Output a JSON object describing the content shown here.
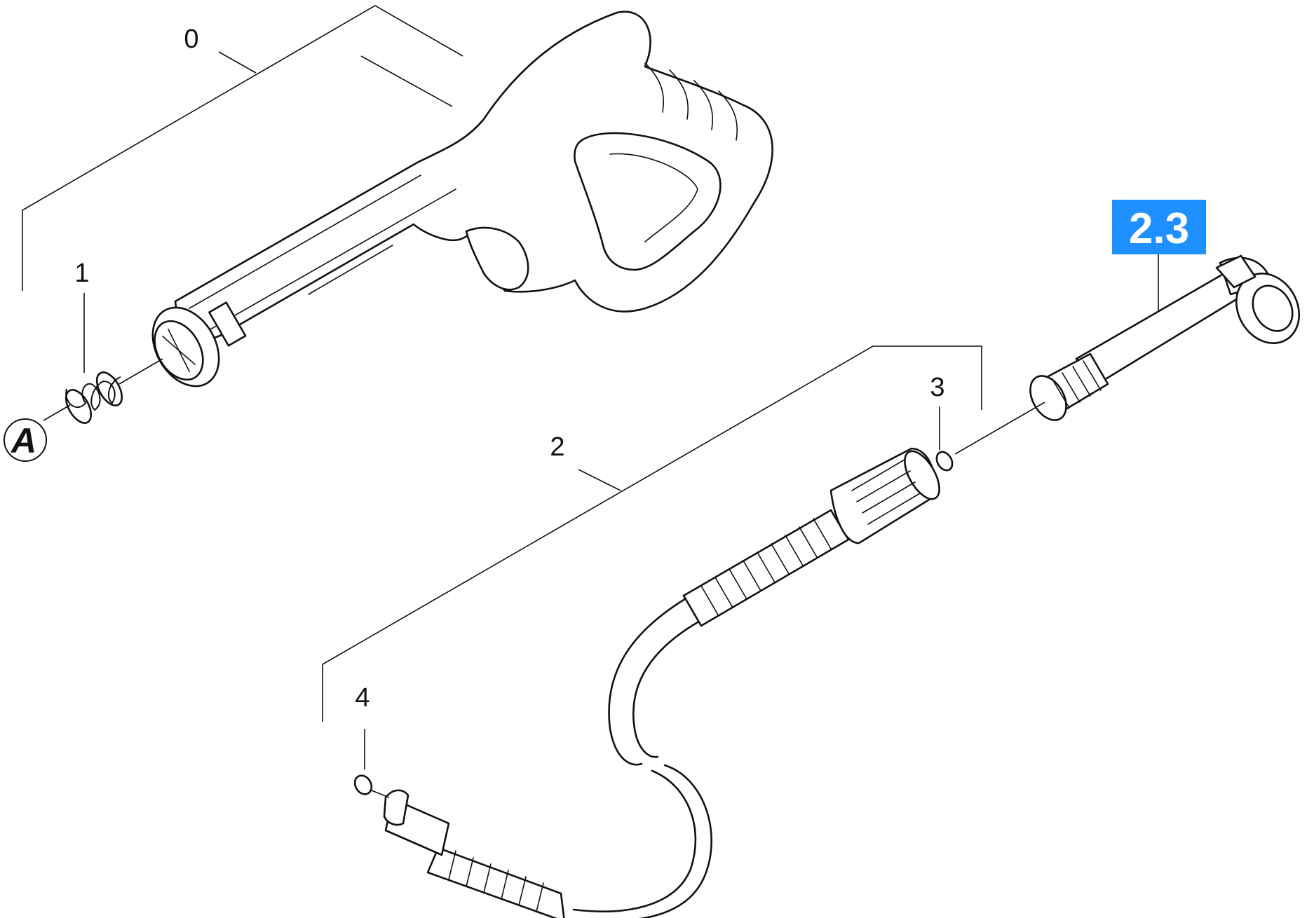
{
  "callouts": {
    "part_0": "0",
    "part_1": "1",
    "part_2": "2",
    "part_3": "3",
    "part_4": "4"
  },
  "assembly_badge": {
    "label": "2.3",
    "color": "#1e90ff"
  },
  "reference_marker": "A",
  "parts": [
    {
      "ref": "0",
      "depicts": "trigger-gun"
    },
    {
      "ref": "1",
      "depicts": "spring"
    },
    {
      "ref": "2",
      "depicts": "hose-with-fittings"
    },
    {
      "ref": "3",
      "depicts": "o-ring"
    },
    {
      "ref": "4",
      "depicts": "o-ring"
    },
    {
      "ref": "2.3",
      "depicts": "angled-adapter-pipe"
    }
  ]
}
